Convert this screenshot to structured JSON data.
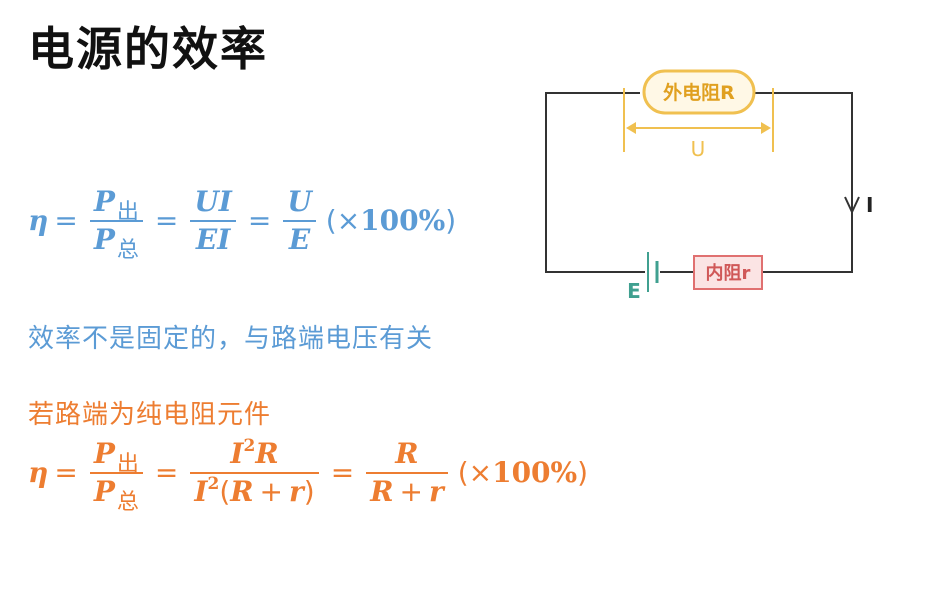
{
  "title": "电源的效率",
  "formula1": {
    "eta": "η",
    "eq": "=",
    "p": "P",
    "sub_out": "出",
    "sub_total": "总",
    "ui": "UI",
    "ei": "EI",
    "u": "U",
    "e": "E",
    "pct_open": "(×",
    "pct_value": "100%",
    "pct_close": ")"
  },
  "note": "效率不是固定的，与路端电压有关",
  "condition": "若路端为纯电阻元件",
  "formula2": {
    "eta": "η",
    "eq": "=",
    "p": "P",
    "sub_out": "出",
    "sub_total": "总",
    "i": "I",
    "sq": "2",
    "r_big": "R",
    "open": "(",
    "plus": "+",
    "r_small": "r",
    "close": ")",
    "pct_open": "(×",
    "pct_value": "100%",
    "pct_close": ")"
  },
  "circuit": {
    "external_resistor": "外电阻R",
    "voltage": "U",
    "current": "I",
    "emf": "E",
    "internal_resistor": "内阻r",
    "colors": {
      "wire": "#333333",
      "external": "#f0c050",
      "external_fill": "#fff8e6",
      "internal": "#e07070",
      "internal_fill": "#fbe4e4",
      "emf": "#40a090"
    }
  }
}
